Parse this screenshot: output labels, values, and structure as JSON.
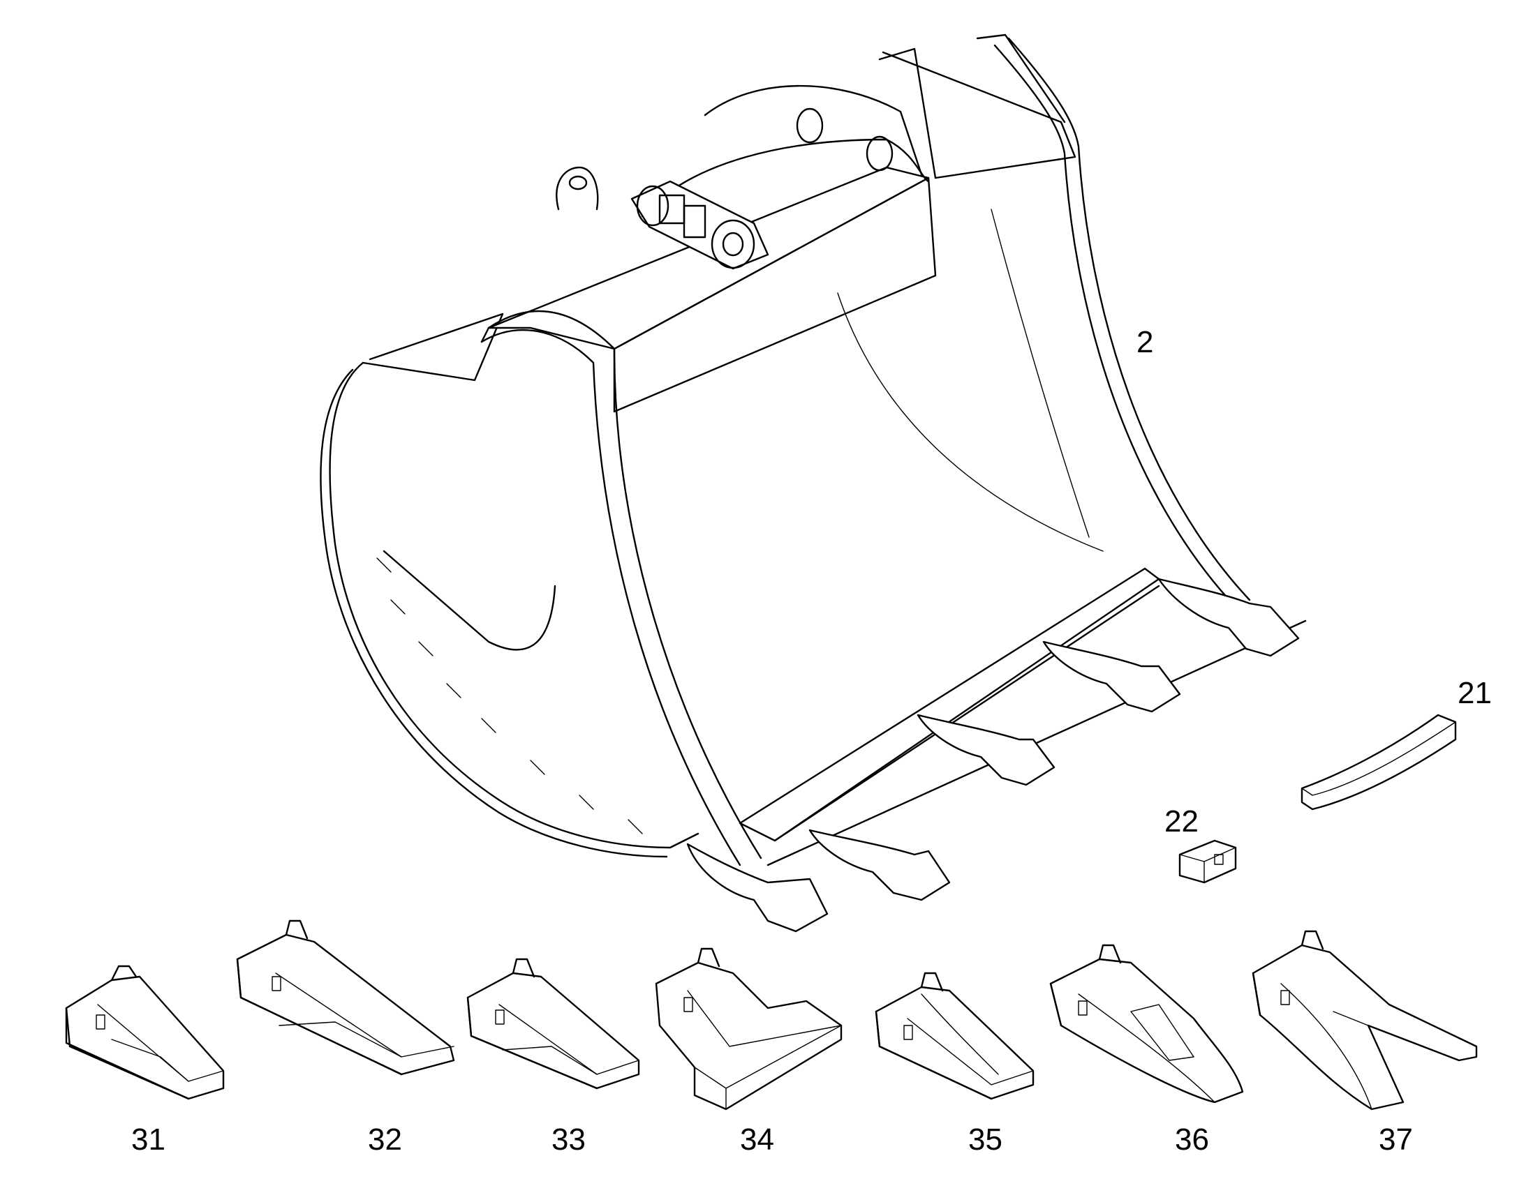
{
  "labels": {
    "bucket": "2",
    "adapter_side": "21",
    "retainer": "22",
    "tooth_31": "31",
    "tooth_32": "32",
    "tooth_33": "33",
    "tooth_34": "34",
    "tooth_35": "35",
    "tooth_36": "36",
    "tooth_37": "37"
  },
  "colors": {
    "line": "#000000",
    "background": "#ffffff"
  }
}
